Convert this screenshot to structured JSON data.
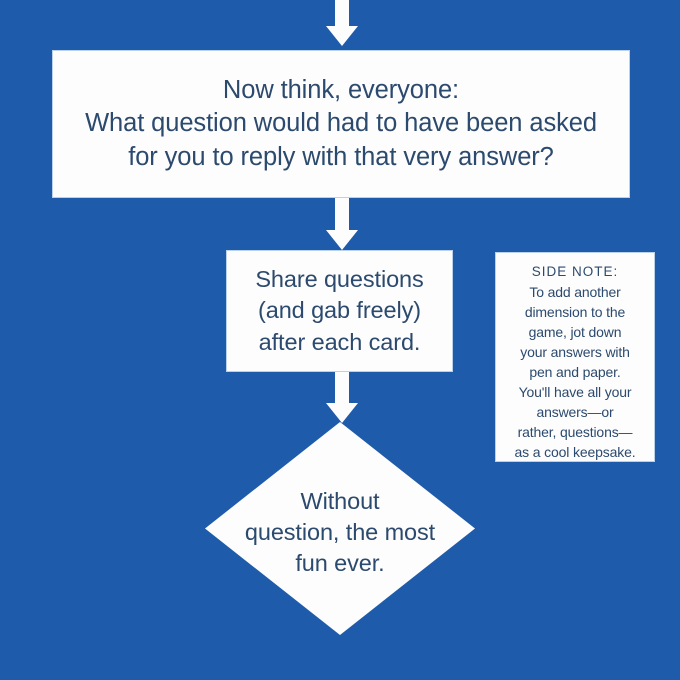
{
  "canvas": {
    "background_color": "#1f5bab",
    "shape_fill_color": "#fdfdfd",
    "shape_border_color": "#b9d2ea",
    "text_color": "#2c4a6e"
  },
  "flowchart": {
    "nodes": {
      "prompt": {
        "shape": "rectangle",
        "text": "Now think, everyone:\nWhat question would had to have been asked\nfor you to reply with that very answer?"
      },
      "share": {
        "shape": "rectangle",
        "text": "Share questions\n(and gab freely)\nafter each card."
      },
      "sidenote": {
        "shape": "rectangle",
        "heading": "SIDE NOTE:",
        "text": "To add another\ndimension to the\ngame, jot down\nyour answers with\npen and paper.\nYou'll have all your\nanswers—or\nrather, questions—\nas a cool keepsake."
      },
      "conclusion": {
        "shape": "diamond",
        "text": "Without\nquestion, the most\nfun ever."
      }
    },
    "connectors": {
      "top": "down-arrow-icon",
      "prompt_to_share": "down-arrow-icon",
      "share_to_conclusion": "down-arrow-icon"
    }
  }
}
